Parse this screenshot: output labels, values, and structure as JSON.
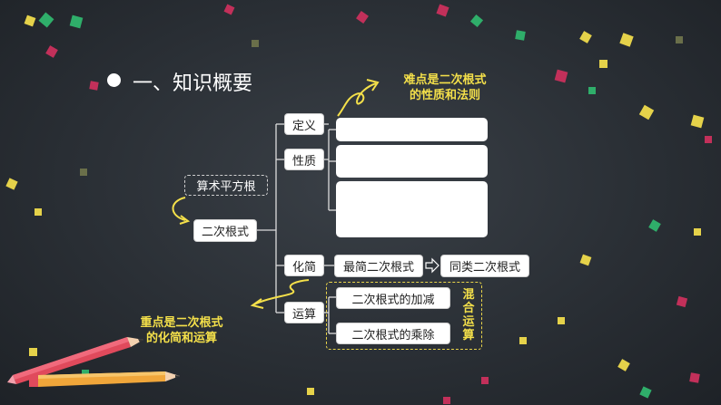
{
  "title": {
    "bullet": "●",
    "text": "一、知识概要"
  },
  "nodes": {
    "sqrt_root": "算术平方根",
    "quad_root": "二次根式",
    "definition": "定义",
    "property": "性质",
    "simplify": "化简",
    "operation": "运算",
    "simplest": "最简二次根式",
    "similar": "同类二次根式",
    "addsub": "二次根式的加减",
    "muldiv": "二次根式的乘除",
    "mixed": "混合运算"
  },
  "notes": {
    "difficulty_line1": "难点是二次根式",
    "difficulty_line2": "的性质和法则",
    "key_line1": "重点是二次根式",
    "key_line2": "的化简和运算"
  },
  "colors": {
    "background": "#2a2f35",
    "accent": "#f4e04a",
    "pencil_red": "#e04a5c",
    "pencil_orange": "#f0a63a"
  }
}
